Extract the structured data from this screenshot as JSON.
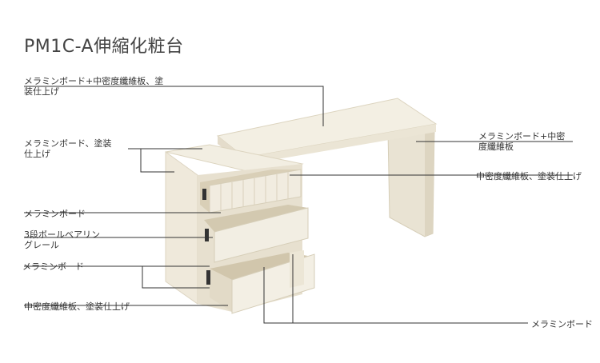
{
  "title": "PM1C-A伸縮化粧台",
  "labels": {
    "top_board_l1": "メラミンボード+中密度纖維板、塗",
    "top_board_l2": "装仕上げ",
    "right_panel_l1": "メラミンボード+中密",
    "right_panel_l2": "度纖維板",
    "cabinet_top_l1": "メラミンボード、塗装",
    "cabinet_top_l2": "仕上げ",
    "drawer_front_right": "中密度纖維板、塗装仕上げ",
    "melamine_1": "メラミンボード",
    "rail_l1": "3段ボールベアリン",
    "rail_l2": "グレール",
    "melamine_2": "メラミンボード",
    "bottom_left": "中密度纖維板、塗装仕上げ",
    "bottom_right": "メラミンボード"
  },
  "colors": {
    "panel_light": "#f3efe3",
    "panel_mid": "#e9e3d3",
    "panel_dark": "#d8d0bb",
    "line": "#333333"
  }
}
